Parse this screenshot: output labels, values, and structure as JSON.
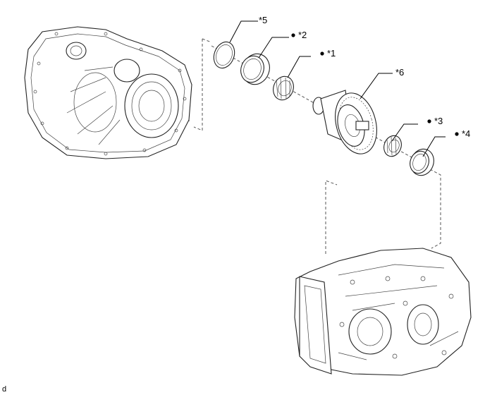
{
  "figure_code": "d",
  "callouts": [
    {
      "id": "5",
      "label": "*5",
      "marked": false
    },
    {
      "id": "2",
      "label": "*2",
      "marked": true
    },
    {
      "id": "1",
      "label": "*1",
      "marked": true
    },
    {
      "id": "6",
      "label": "*6",
      "marked": false
    },
    {
      "id": "3",
      "label": "*3",
      "marked": true
    },
    {
      "id": "4",
      "label": "*4",
      "marked": true
    }
  ],
  "marker_symbol": "●"
}
